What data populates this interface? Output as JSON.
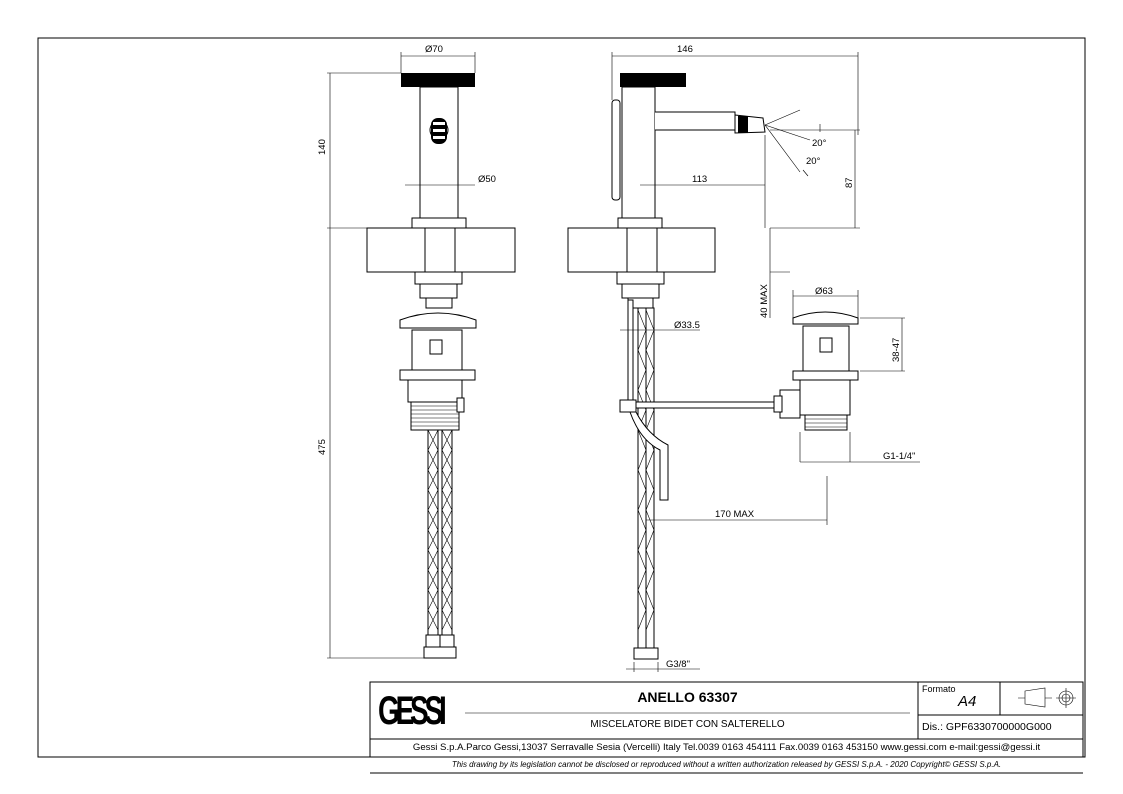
{
  "drawing": {
    "dimensions": {
      "d70": "Ø70",
      "w146": "146",
      "h140": "140",
      "d50": "Ø50",
      "l113": "113",
      "a20_top": "20°",
      "a20_bottom": "20°",
      "h87": "87",
      "max40": "40 MAX",
      "d63": "Ø63",
      "d33_5": "Ø33.5",
      "r38_47": "38-47",
      "g1_1_4": "G1-1/4\"",
      "h475": "475",
      "max170": "170 MAX",
      "g3_8": "G3/8\""
    }
  },
  "title_block": {
    "logo": "GESSI",
    "title": "ANELLO 63307",
    "subtitle": "MISCELATORE BIDET CON SALTERELLO",
    "format_label": "Formato",
    "format_value": "A4",
    "projection_icon": "first-angle-projection-icon",
    "drawing_number": "Dis.: GPF6330700000G000",
    "address": "Gessi S.p.A.Parco Gessi,13037 Serravalle Sesia (Vercelli) Italy Tel.0039 0163 454111 Fax.0039 0163 453150 www.gessi.com e-mail:gessi@gessi.it",
    "disclaimer": "This drawing by its legislation cannot be disclosed or reproduced without a written authorization released by GESSI S.p.A. - 2020 Copyright© GESSI S.p.A."
  }
}
